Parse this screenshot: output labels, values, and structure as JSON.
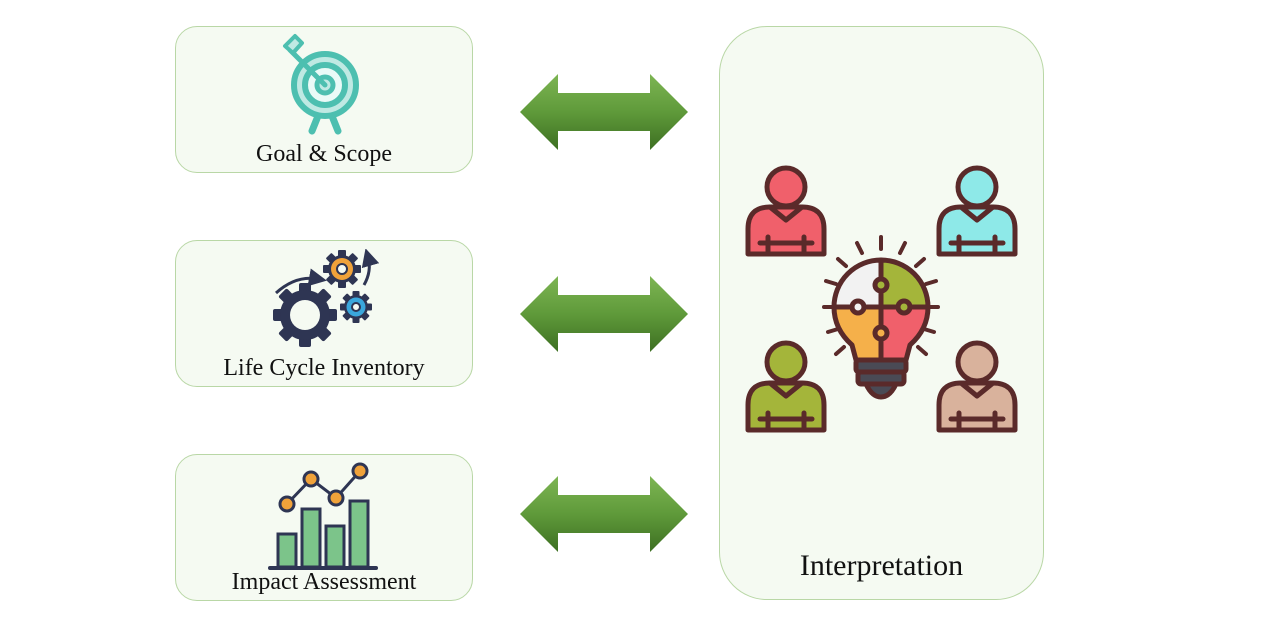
{
  "stages": {
    "goal_scope": {
      "label": "Goal & Scope",
      "icon": "target-arrow-icon"
    },
    "life_cycle_inventory": {
      "label": "Life Cycle Inventory",
      "icon": "gears-icon"
    },
    "impact_assessment": {
      "label": "Impact Assessment",
      "icon": "bar-line-chart-icon"
    }
  },
  "interpretation": {
    "label": "Interpretation",
    "icon": "team-lightbulb-puzzle-icon"
  },
  "colors": {
    "box_fill": "#f5faf2",
    "box_border": "#b9d7a6",
    "arrow_green": "#5f9a3a",
    "teal": "#4dbfb0",
    "navy": "#2e3553",
    "orange": "#f0a23a",
    "blue": "#3aa7dc",
    "chart_green": "#7cc48a",
    "red": "#f0606b",
    "cyan": "#8ee9e8",
    "olive": "#a4b53a",
    "tan": "#d9b29c",
    "outline_brown": "#5a2a2a"
  }
}
